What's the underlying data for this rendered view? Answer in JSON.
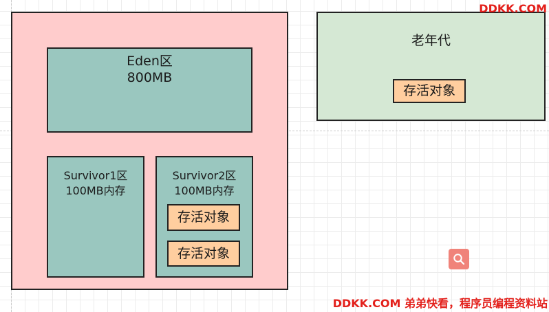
{
  "diagram": {
    "eden": {
      "name": "Eden区",
      "size": "800MB"
    },
    "survivor1": {
      "name": "Survivor1区",
      "size": "100MB内存"
    },
    "survivor2": {
      "name": "Survivor2区",
      "size": "100MB内存"
    },
    "survivor2_objects": [
      "存活对象",
      "存活对象"
    ],
    "old_gen": {
      "name": "老年代",
      "object": "存活对象"
    }
  },
  "watermark": {
    "top": "DDKK.COM",
    "bottom": "DDKK.COM 弟弟快看，程序员编程资料站"
  },
  "icons": {
    "search": "search-icon"
  },
  "colors": {
    "young_gen_fill": "#ffcccc",
    "space_fill": "#9ac7bf",
    "old_gen_fill": "#d5e8d4",
    "object_fill": "#ffce9f",
    "watermark": "#e3201b",
    "search_button": "#f0837a"
  }
}
